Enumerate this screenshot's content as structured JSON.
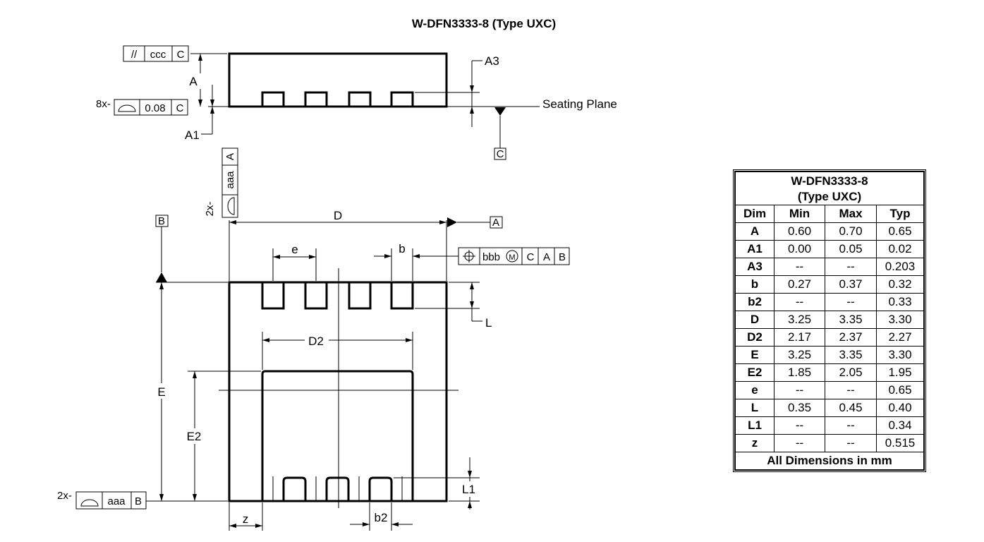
{
  "drawing": {
    "title": "W-DFN3333-8 (Type UXC)",
    "labels": {
      "A": "A",
      "A1": "A1",
      "A3": "A3",
      "seating_plane": "Seating Plane",
      "D": "D",
      "e": "e",
      "b": "b",
      "L": "L",
      "D2": "D2",
      "E": "E",
      "E2": "E2",
      "L1": "L1",
      "z": "z",
      "b2": "b2"
    },
    "frames": {
      "top_parallel": {
        "symbol": "//",
        "tol": "ccc",
        "datum": "C"
      },
      "top_profile": {
        "prefix": "8x-",
        "tol": "0.08",
        "datum": "C"
      },
      "side_profile": {
        "prefix": "2x-",
        "tol": "aaa",
        "datum": "A"
      },
      "position": {
        "tol": "bbb",
        "modifier": "M",
        "datums": [
          "C",
          "A",
          "B"
        ]
      },
      "bottom_profile": {
        "prefix": "2x-",
        "tol": "aaa",
        "datum": "B"
      }
    },
    "datums": {
      "C": "C",
      "A": "A",
      "B": "B"
    }
  },
  "table": {
    "caption_line1": "W-DFN3333-8",
    "caption_line2": "(Type UXC)",
    "headers": [
      "Dim",
      "Min",
      "Max",
      "Typ"
    ],
    "rows": [
      [
        "A",
        "0.60",
        "0.70",
        "0.65"
      ],
      [
        "A1",
        "0.00",
        "0.05",
        "0.02"
      ],
      [
        "A3",
        "--",
        "--",
        "0.203"
      ],
      [
        "b",
        "0.27",
        "0.37",
        "0.32"
      ],
      [
        "b2",
        "--",
        "--",
        "0.33"
      ],
      [
        "D",
        "3.25",
        "3.35",
        "3.30"
      ],
      [
        "D2",
        "2.17",
        "2.37",
        "2.27"
      ],
      [
        "E",
        "3.25",
        "3.35",
        "3.30"
      ],
      [
        "E2",
        "1.85",
        "2.05",
        "1.95"
      ],
      [
        "e",
        "--",
        "--",
        "0.65"
      ],
      [
        "L",
        "0.35",
        "0.45",
        "0.40"
      ],
      [
        "L1",
        "--",
        "--",
        "0.34"
      ],
      [
        "z",
        "--",
        "--",
        "0.515"
      ]
    ],
    "footer": "All Dimensions in mm"
  }
}
